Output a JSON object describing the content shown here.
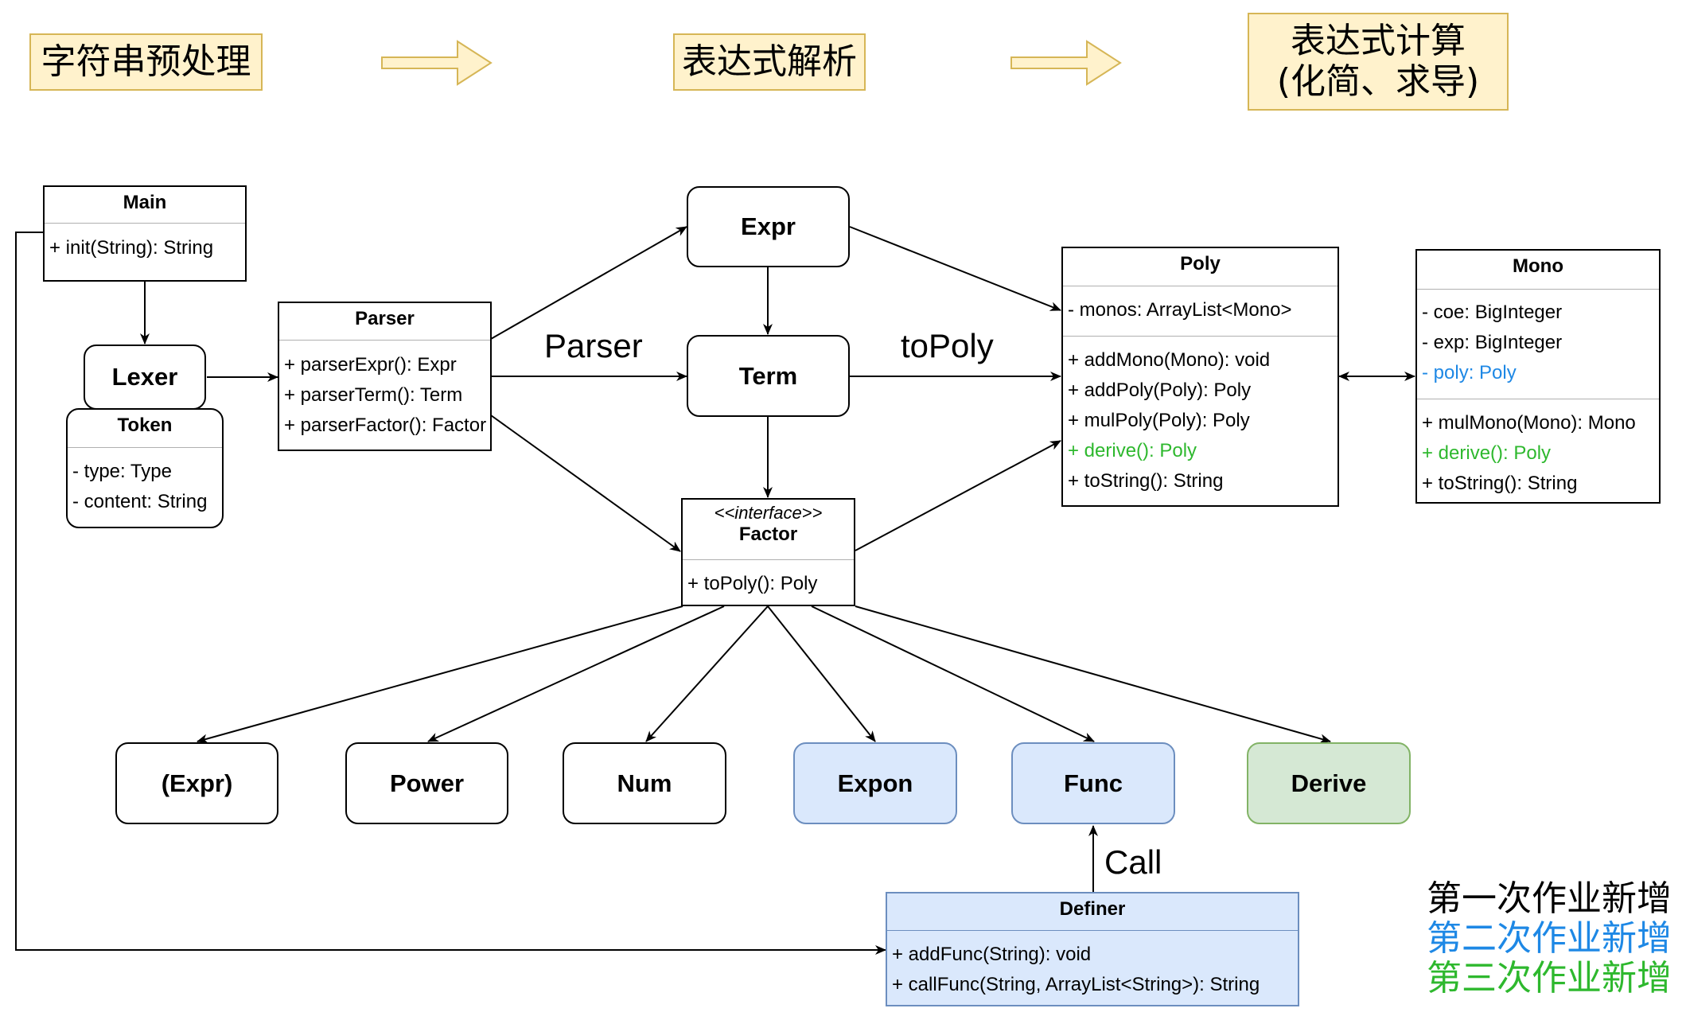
{
  "stages": {
    "preprocess": "字符串预处理",
    "parse": "表达式解析",
    "compute_line1": "表达式计算",
    "compute_line2": "(化简、求导)"
  },
  "classes": {
    "main": {
      "name": "Main",
      "methods": [
        "+ init(String): String"
      ]
    },
    "lexer": {
      "name": "Lexer"
    },
    "token": {
      "name": "Token",
      "fields": [
        "- type: Type",
        "- content: String"
      ]
    },
    "parser": {
      "name": "Parser",
      "methods": [
        "+ parserExpr(): Expr",
        "+ parserTerm(): Term",
        "+ parserFactor(): Factor"
      ]
    },
    "expr": {
      "name": "Expr"
    },
    "term": {
      "name": "Term"
    },
    "factor": {
      "stereotype": "<<interface>>",
      "name": "Factor",
      "methods": [
        "+ toPoly(): Poly"
      ]
    },
    "poly": {
      "name": "Poly",
      "fields": [
        "- monos: ArrayList<Mono>"
      ],
      "methods": [
        "+ addMono(Mono): void",
        "+ addPoly(Poly): Poly",
        "+ mulPoly(Poly): Poly",
        "+ derive(): Poly",
        "+ toString(): String"
      ]
    },
    "mono": {
      "name": "Mono",
      "fields": [
        "- coe: BigInteger",
        "- exp: BigInteger",
        "- poly: Poly"
      ],
      "methods": [
        "+ mulMono(Mono): Mono",
        "+ derive(): Poly",
        "+ toString(): String"
      ]
    },
    "definer": {
      "name": "Definer",
      "methods": [
        "+ addFunc(String): void",
        "+ callFunc(String, ArrayList<String>): String"
      ]
    }
  },
  "factors": {
    "expr": "(Expr)",
    "power": "Power",
    "num": "Num",
    "expon": "Expon",
    "func": "Func",
    "derive": "Derive"
  },
  "edge_labels": {
    "parser": "Parser",
    "topoly": "toPoly",
    "call": "Call"
  },
  "legend": {
    "first": "第一次作业新增",
    "second": "第二次作业新增",
    "third": "第三次作业新增"
  },
  "colors": {
    "stage_fill": "#fff2cc",
    "stage_border": "#d6b656",
    "second_fill": "#dae8fc",
    "second_border": "#6c8ebf",
    "third_fill": "#d5e8d4",
    "third_border": "#82b366",
    "second_text": "#1e88e5",
    "third_text": "#2eb82e"
  }
}
